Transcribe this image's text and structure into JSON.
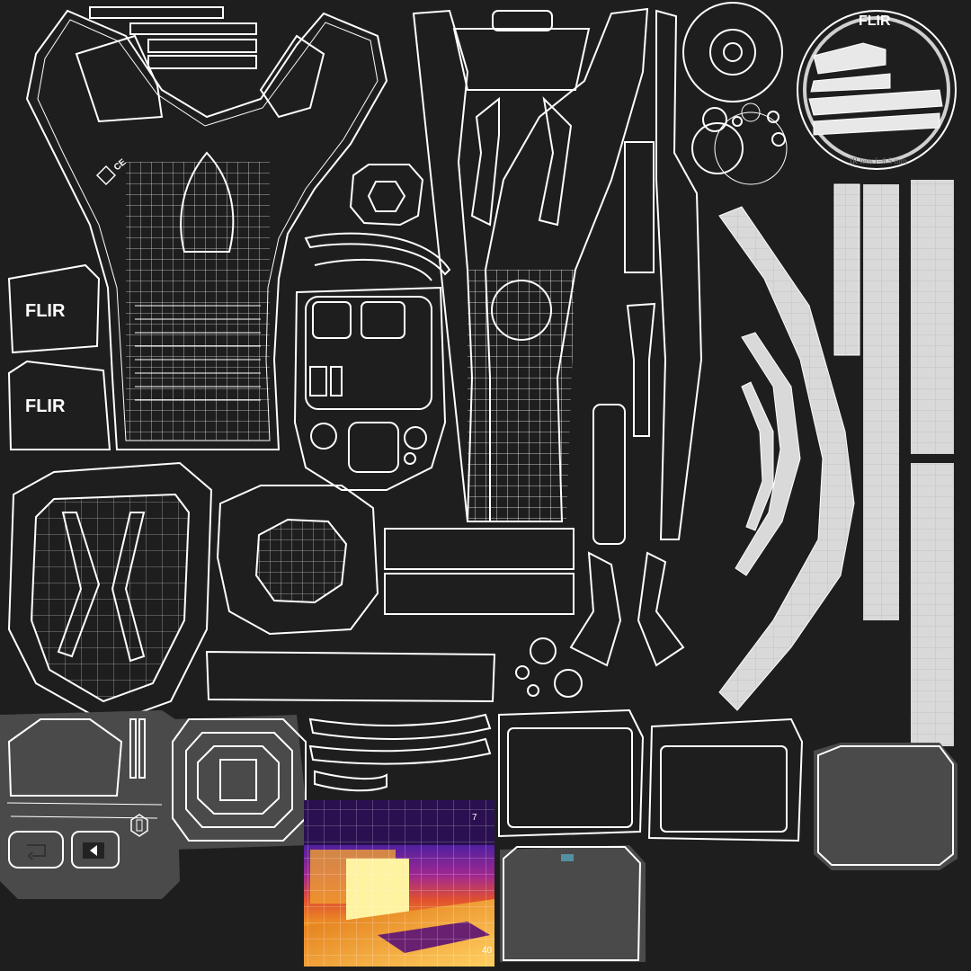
{
  "texture": {
    "logos": {
      "brand_top": "FLIR",
      "brand_patch_1": "FLIR",
      "brand_patch_2": "FLIR"
    },
    "lens_ring_text": "IR lens f=6.5 mm",
    "thermal_readout_top": "7",
    "thermal_readout_bottom": "40",
    "colors": {
      "background": "#1e1e1e",
      "wire": "#ffffff",
      "light_island": "#d9d9d9",
      "gray_island": "#4a4a4a",
      "thermal_dark": "#200040",
      "thermal_mid": "#b0206a",
      "thermal_hot": "#ffe040"
    },
    "icons": [
      "ce-mark-icon",
      "recycle-icon",
      "back-arrow-icon",
      "play-icon",
      "nut-icon"
    ]
  }
}
